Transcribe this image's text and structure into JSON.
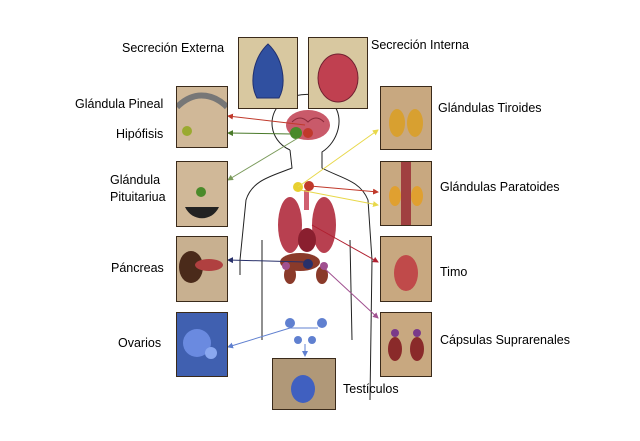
{
  "labels": {
    "external_secretion": "Secreción Externa",
    "internal_secretion": "Secreción Interna",
    "pineal": "Glándula Pineal",
    "hypophysis": "Hipófisis",
    "pituitary_line1": "Glándula",
    "pituitary_line2": "Pituitariua",
    "pancreas": "Páncreas",
    "ovaries": "Ovarios",
    "testicles": "Testículos",
    "thyroid": "Glándulas Tiroides",
    "parathyroid": "Glándulas Paratoides",
    "thymus": "Timo",
    "adrenal": "Cápsulas Suprarenales"
  },
  "colors": {
    "pineal_arrow": "#c0392b",
    "hypophysis_arrow": "#4a7a2a",
    "pituitary_arrow": "#7a9a5a",
    "thyroid_arrow": "#e8d84a",
    "parathyroid_arrow": "#c0392b",
    "thymus_arrow": "#b02030",
    "pancreas_arrow": "#28306a",
    "adrenal_arrow": "#a05090",
    "ovaries_arrow": "#6080d0"
  }
}
